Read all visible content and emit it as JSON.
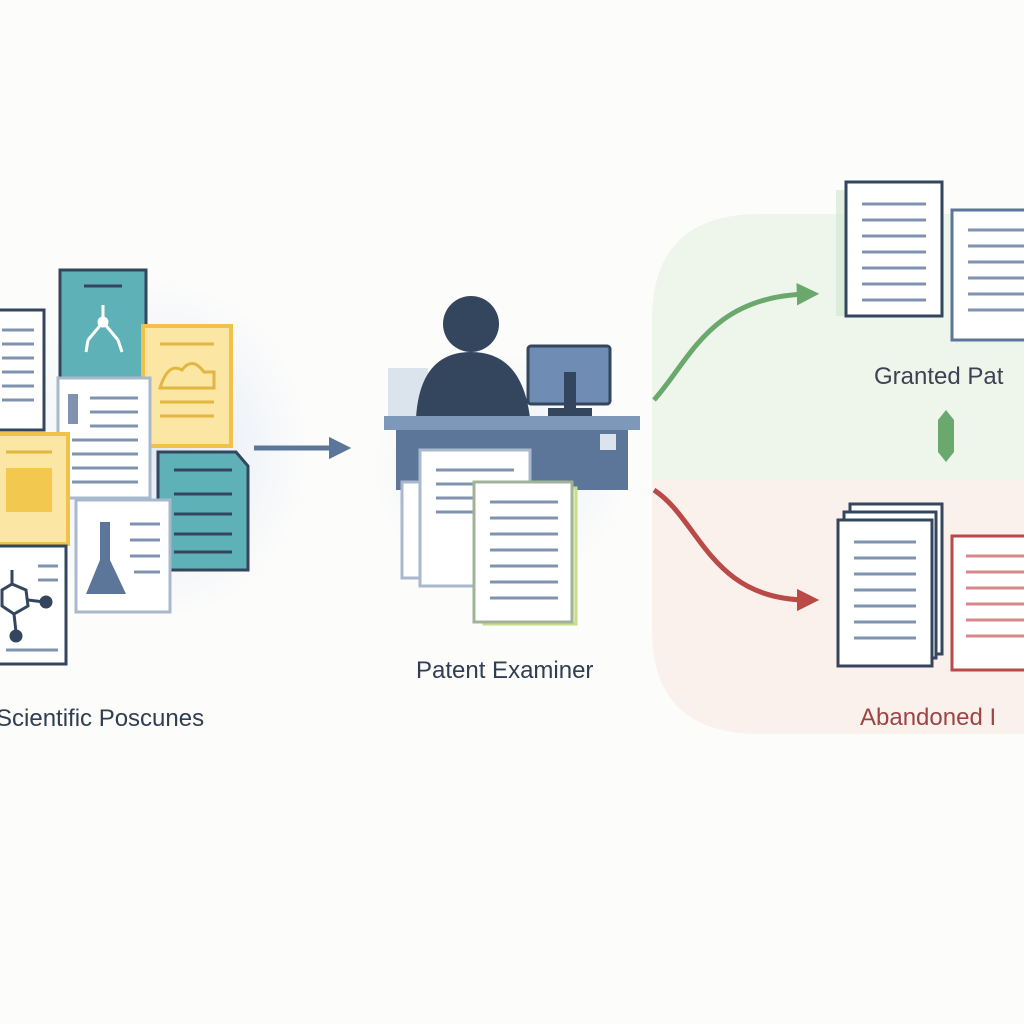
{
  "labels": {
    "source": "Scientific Poscunes",
    "examiner": "Patent Examiner",
    "granted": "Granted Pat",
    "abandoned": "Abandoned I"
  },
  "colors": {
    "navy": "#34455e",
    "slate": "#5b7698",
    "teal": "#4fa5ad",
    "yellow": "#f0c24a",
    "green": "#6aa86d",
    "red": "#b94a48",
    "granted_zone": "#eef5ea",
    "abandoned_zone": "#fbf1ec"
  },
  "icons": [
    "document-stack-icon",
    "arrow-right-icon",
    "examiner-person-icon",
    "monitor-icon",
    "desk-icon",
    "curved-arrow-icon"
  ]
}
